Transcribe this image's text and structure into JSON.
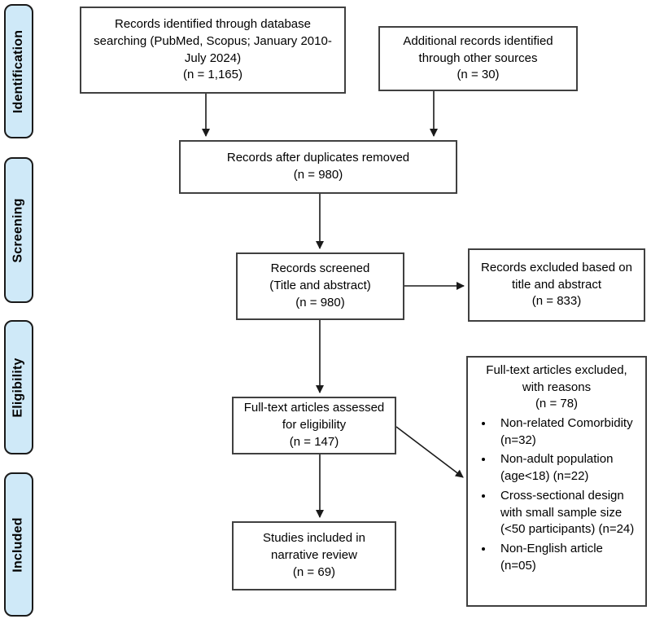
{
  "stages": [
    {
      "label": "Identification"
    },
    {
      "label": "Screening"
    },
    {
      "label": "Eligibility"
    },
    {
      "label": "Included"
    }
  ],
  "boxes": {
    "records_identified": {
      "text": "Records identified through database\nsearching (PubMed, Scopus; January 2010-\nJuly 2024)\n(n = 1,165)"
    },
    "additional_records": {
      "text": "Additional records identified\nthrough other sources\n(n = 30)"
    },
    "duplicates_removed": {
      "text": "Records after duplicates removed\n(n = 980)"
    },
    "records_screened": {
      "text": "Records screened\n(Title and abstract)\n(n = 980)"
    },
    "records_excluded": {
      "text": "Records excluded based on\ntitle and abstract\n(n = 833)"
    },
    "fulltext_assessed": {
      "text": "Full-text articles assessed\nfor eligibility\n(n = 147)"
    },
    "excluded_reasons": {
      "header": "Full-text articles excluded,\nwith reasons\n(n = 78)",
      "bullets": [
        "Non-related Comorbidity (n=32)",
        "Non-adult population (age<18) (n=22)",
        "Cross-sectional design with small sample size (<50 participants) (n=24)",
        "Non-English article (n=05)"
      ]
    },
    "studies_included": {
      "text": "Studies included in\nnarrative review\n(n = 69)"
    }
  },
  "colors": {
    "stage_fill": "#cfe9f8",
    "box_border": "#404040",
    "arrow": "#1a1a1a",
    "background": "#ffffff",
    "text": "#000000"
  }
}
